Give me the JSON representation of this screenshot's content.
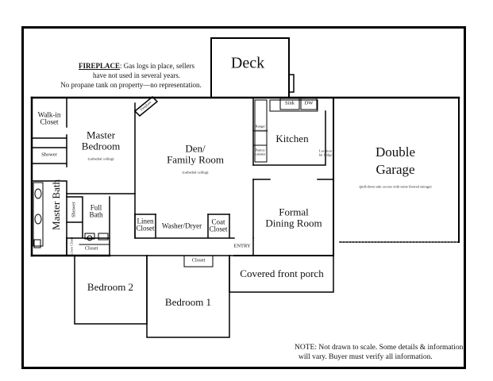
{
  "fireplace_note": {
    "line1_bold": "FIREPLACE",
    "line1_rest": ": Gas logs in place, sellers",
    "line2": "have not used in several years.",
    "line3": "No propane tank on property—no representation."
  },
  "rooms": {
    "deck": "Deck",
    "walk_in_closet": [
      "Walk-in",
      "Closet"
    ],
    "shower_master": "Shower",
    "master_bath": "Master Bath",
    "master_bedroom": [
      "Master",
      "Bedroom"
    ],
    "master_bedroom_sub": "(cathedral ceiling)",
    "fireplace": "Fireplace",
    "den": [
      "Den/",
      "Family Room"
    ],
    "den_sub": "(cathedral ceiling)",
    "sink": "Sink",
    "dw": "DW",
    "range_micro": [
      "Range/",
      "microwave"
    ],
    "pantry": [
      "Pantry/",
      "cabinet"
    ],
    "kitchen": "Kitchen",
    "fridge": [
      "Location",
      "for fridge"
    ],
    "double_garage": [
      "Double",
      "Garage"
    ],
    "garage_sub": "(pull-down attic access with some floored storage)",
    "shower_full": "Shower",
    "full_bath": [
      "Full",
      "Bath"
    ],
    "linen_closet_small": [
      "Linen",
      "Closet"
    ],
    "closet_hall": "Closet",
    "linen_closet": [
      "Linen",
      "Closet"
    ],
    "washer_dryer": "Washer/Dryer",
    "coat_closet": [
      "Coat",
      "Closet"
    ],
    "entry": "ENTRY",
    "formal_dining": [
      "Formal",
      "Dining Room"
    ],
    "closet_bed1": "Closet",
    "bedroom2": "Bedroom 2",
    "bedroom1": "Bedroom 1",
    "covered_porch": "Covered front porch"
  },
  "disclaimer": {
    "line1": "NOTE:  Not drawn to scale. Some details & information",
    "line2": "will vary.  Buyer must verify all information."
  }
}
